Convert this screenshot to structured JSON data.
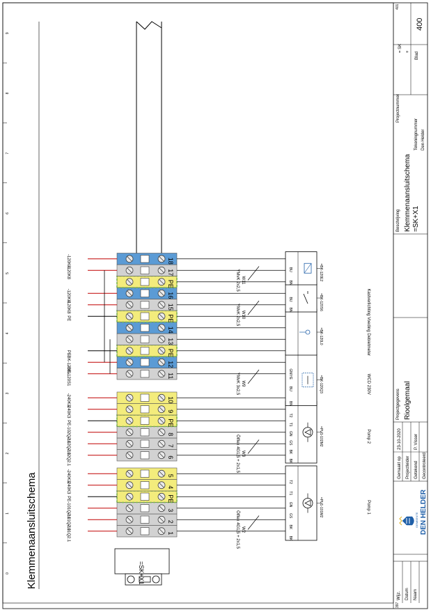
{
  "sheet": {
    "title": "Klemmenaansluitschema",
    "page_number": "400",
    "page_top": "401",
    "page_bottom": "397",
    "column_numbers": [
      "0",
      "1",
      "2",
      "3",
      "4",
      "5",
      "6",
      "7",
      "8",
      "9"
    ]
  },
  "strip": {
    "name": "=SK+X1",
    "terminals": [
      {
        "num": "1",
        "color": "grey",
        "ext": "-101Q2.1"
      },
      {
        "num": "2",
        "color": "grey",
        "ext": "-101Q2.1"
      },
      {
        "num": "3",
        "color": "grey",
        "ext": "-101Q2.1"
      },
      {
        "num": "PE",
        "color": "pe",
        "ext": "PE"
      },
      {
        "num": "4",
        "color": "yellow",
        "ext": "-240K3"
      },
      {
        "num": "5",
        "color": "yellow",
        "ext": "-240K3"
      },
      {
        "num": "6",
        "color": "grey",
        "ext": "-102Q2.1"
      },
      {
        "num": "7",
        "color": "grey",
        "ext": "-102Q2.1"
      },
      {
        "num": "8",
        "color": "grey",
        "ext": "-102Q2.1"
      },
      {
        "num": "PE",
        "color": "pe",
        "ext": "PE"
      },
      {
        "num": "9",
        "color": "yellow",
        "ext": "-240K3"
      },
      {
        "num": "10",
        "color": "yellow",
        "ext": "-240K3"
      },
      {
        "num": "11",
        "color": "grey",
        "ext": "-BK-120S1"
      },
      {
        "num": "12",
        "color": "blue",
        "ext": "-BK-120EL"
      },
      {
        "num": "PE",
        "color": "pe",
        "ext": "PE"
      },
      {
        "num": "13",
        "color": "grey",
        "ext": ""
      },
      {
        "num": "14",
        "color": "blue",
        "ext": ""
      },
      {
        "num": "PE",
        "color": "pe",
        "ext": "PE"
      },
      {
        "num": "15",
        "color": "grey",
        "ext": "-120K8"
      },
      {
        "num": "16",
        "color": "blue",
        "ext": "-120K8"
      },
      {
        "num": "PE",
        "color": "pe",
        "ext": ""
      },
      {
        "num": "17",
        "color": "grey",
        "ext": "-120K8"
      },
      {
        "num": "18",
        "color": "blue",
        "ext": "-120K8"
      }
    ]
  },
  "cables": [
    {
      "name": "W2",
      "type": "Ölflex 4G1,5 + 2x1,5"
    },
    {
      "name": "W3",
      "type": "Ölflex 4G1,5 + 2x1,5"
    },
    {
      "name": "W9",
      "type": "YMvK 3x2,5"
    },
    {
      "name": "W10",
      "type": "YMvK 2x2,5"
    },
    {
      "name": "W11",
      "type": "YMvK 2x2,5"
    }
  ],
  "devices": [
    {
      "id": "=PU1-101M2",
      "desc": "Pomp 1",
      "wires": [
        "BK",
        "BK",
        "GS",
        "GN",
        "T1",
        "T2"
      ],
      "icon": "pump-icon"
    },
    {
      "id": "=PU1-102M2",
      "desc": "Pomp 2",
      "wires": [
        "BK",
        "BK",
        "GS",
        "GN",
        "T1",
        "T2"
      ],
      "icon": "pump-icon"
    },
    {
      "id": "=BK-120Q3",
      "desc": "WCD 230V",
      "wires": [
        "BN",
        "BU",
        "GN/YE"
      ],
      "icon": "socket-icon"
    },
    {
      "id": "=BK-120L0",
      "desc": "Voeding Debietmeter",
      "wires": [],
      "icon": "lamp-icon"
    },
    {
      "id": "=BK-120S6",
      "desc": "Kastverlichting",
      "wires": [
        "BN",
        "BU"
      ],
      "icon": "switch-icon"
    },
    {
      "id": "=BK-120E2",
      "desc": "",
      "wires": [
        "BN",
        "BU"
      ],
      "icon": "heater-icon"
    }
  ],
  "titleblock": {
    "gemaakt_op_label": "Gemaakt op",
    "gemaakt_op": "23-10-2020",
    "projectleider_label": "Projectleider",
    "projectleider": "P. Visser",
    "getekend_label": "Getekend",
    "gecontroleerd_label": "Gecontroleerd",
    "projectgegevens_label": "Projectgegevens",
    "projectnaam": "Rioolgemaal",
    "beschrijving_label": "Beschrijving",
    "beschrijving1": "Klemmenaansluitschema",
    "beschrijving2": "=SK+X1",
    "projectnummer_label": "Projectnummer",
    "tekeningnummer_label": "Tekeningnummer",
    "tekeningnummer": "Den Helder",
    "code": "= SK",
    "plus": "+",
    "blad_label": "Blad",
    "logo_small": "GEMEENTE",
    "logo_text": "DEN HELDER",
    "wijz_label": "Wijz.",
    "datum_label": "Datum",
    "naam_label": "Naam"
  }
}
